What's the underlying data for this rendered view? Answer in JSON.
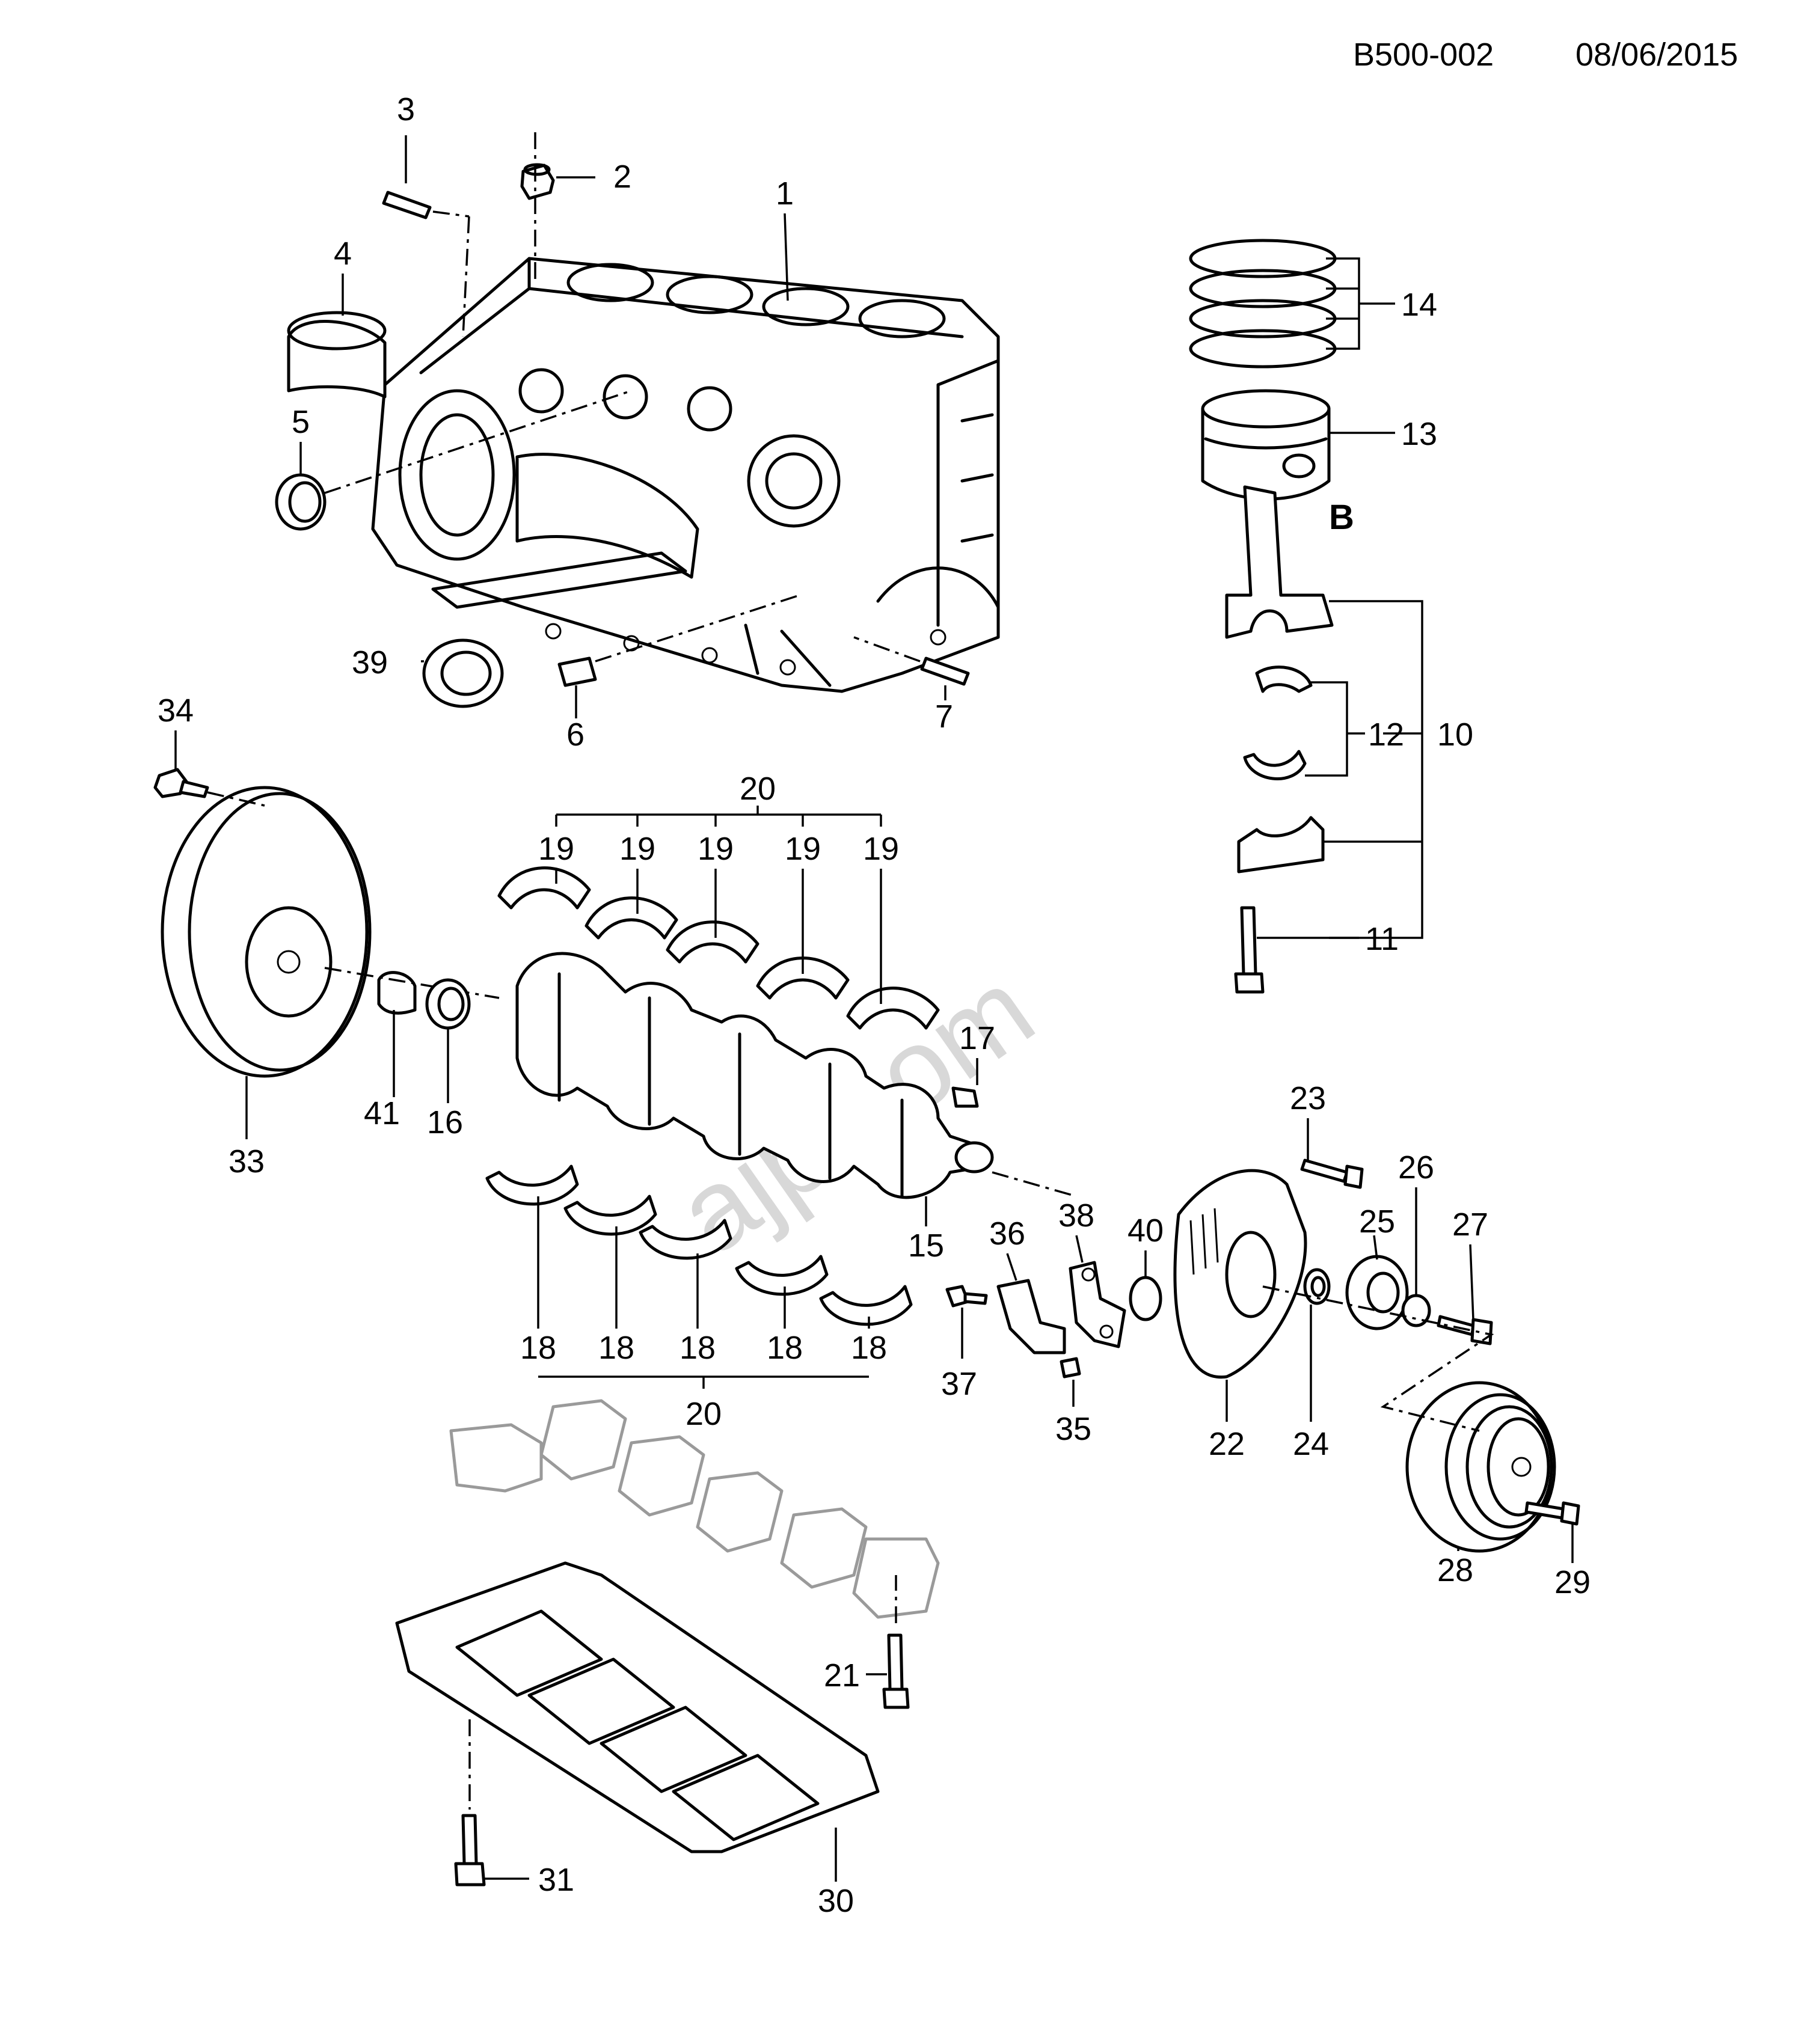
{
  "header": {
    "document_code": "B500-002",
    "date": "08/06/2015"
  },
  "view_label": "B",
  "watermark": "ajp.com",
  "callouts": {
    "c1": "1",
    "c2": "2",
    "c3": "3",
    "c4": "4",
    "c5": "5",
    "c6": "6",
    "c7": "7",
    "c10": "10",
    "c11": "11",
    "c12": "12",
    "c13": "13",
    "c14": "14",
    "c15": "15",
    "c16": "16",
    "c17": "17",
    "c18a": "18",
    "c18b": "18",
    "c18c": "18",
    "c18d": "18",
    "c18e": "18",
    "c19a": "19",
    "c19b": "19",
    "c19c": "19",
    "c19d": "19",
    "c19e": "19",
    "c20top": "20",
    "c20bot": "20",
    "c21": "21",
    "c22": "22",
    "c23": "23",
    "c24": "24",
    "c25": "25",
    "c26": "26",
    "c27": "27",
    "c28": "28",
    "c29": "29",
    "c30": "30",
    "c31": "31",
    "c33": "33",
    "c34": "34",
    "c35": "35",
    "c36": "36",
    "c37": "37",
    "c38": "38",
    "c39": "39",
    "c40": "40",
    "c41": "41"
  }
}
